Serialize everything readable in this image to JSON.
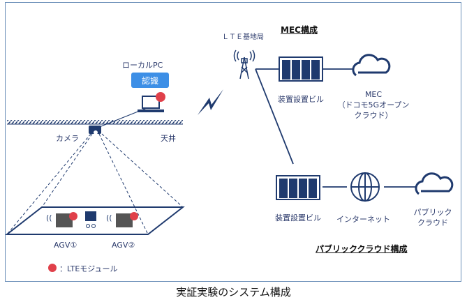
{
  "caption": "実証実験のシステム構成",
  "local_pc": {
    "label": "ローカルPC",
    "badge": "認識"
  },
  "camera_label": "カメラ",
  "ceiling_label": "天井",
  "lte_station_label": "ＬＴＥ基地局",
  "mec_section": {
    "heading": "MEC構成",
    "building_label": "装置設置ビル",
    "cloud_label_line1": "MEC",
    "cloud_label_line2": "（ドコモ5Gオープン",
    "cloud_label_line3": "クラウド）"
  },
  "public_section": {
    "heading": "パブリッククラウド構成",
    "building_label": "装置設置ビル",
    "internet_label": "インターネット",
    "cloud_label_line1": "パブリック",
    "cloud_label_line2": "クラウド"
  },
  "agvs": [
    {
      "label": "AGV①"
    },
    {
      "label": "AGV②"
    }
  ],
  "legend": {
    "text": "：LTEモジュール",
    "color": "#e0404a"
  },
  "colors": {
    "navy": "#1f3a6e",
    "accent": "#3d8fe6",
    "module": "#e0404a"
  }
}
